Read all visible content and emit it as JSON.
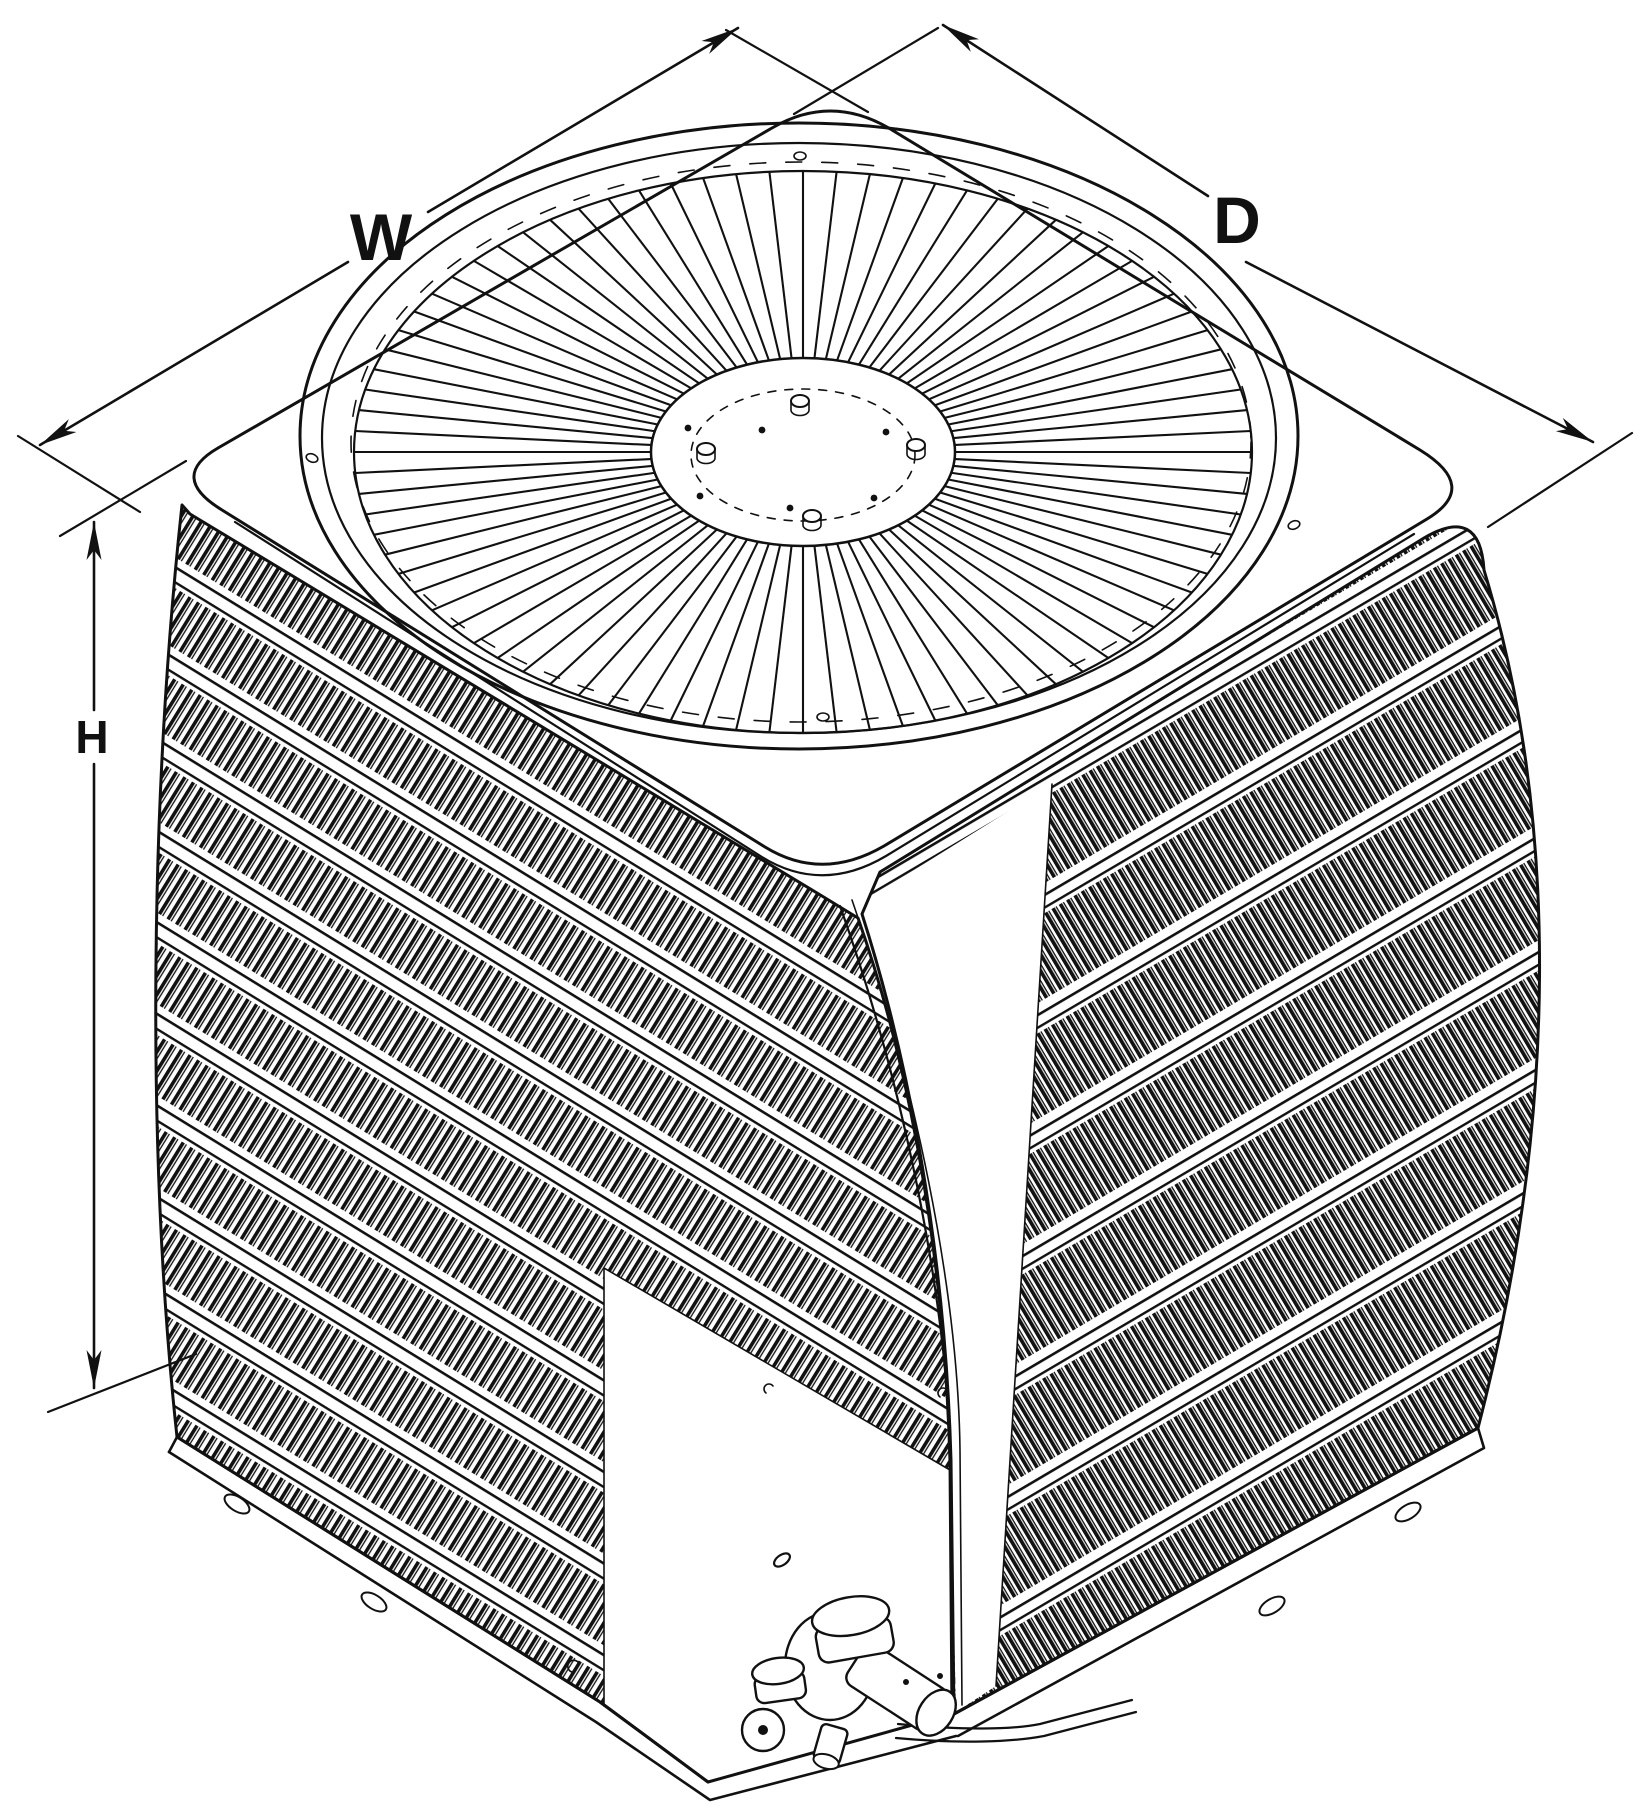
{
  "diagram": {
    "type": "technical-line-drawing",
    "subject": "air-conditioner-condenser-unit",
    "labels": {
      "width": "W",
      "depth": "D",
      "height": "H"
    },
    "colors": {
      "line": "#111111",
      "background": "#ffffff"
    }
  }
}
